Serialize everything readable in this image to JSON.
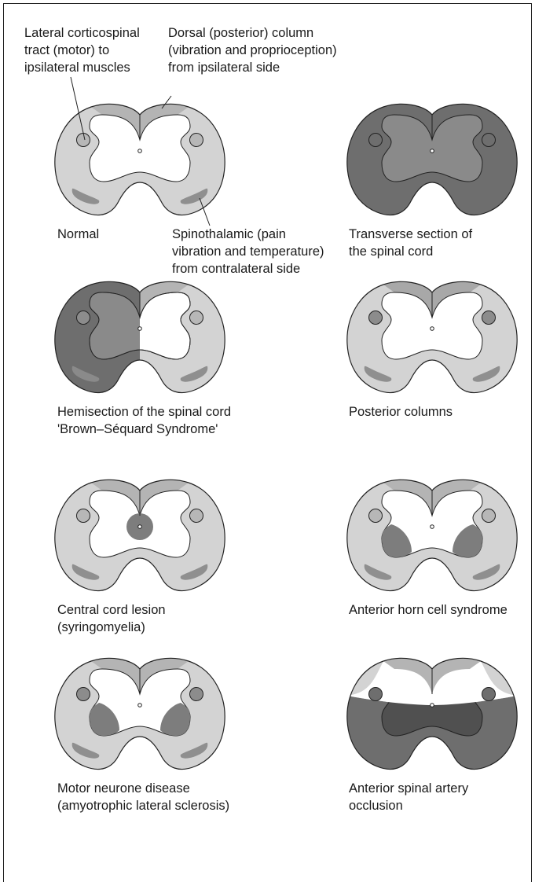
{
  "annotations": {
    "lateral_corticospinal": [
      "Lateral corticospinal",
      "tract (motor) to",
      "ipsilateral muscles"
    ],
    "dorsal_column": [
      "Dorsal (posterior) column",
      "(vibration and proprioception)",
      "from ipsilateral side"
    ],
    "spinothalamic": [
      "Spinothalamic (pain",
      "vibration and temperature)",
      "from contralateral side"
    ]
  },
  "panels": [
    {
      "id": "normal",
      "lines": [
        "Normal"
      ]
    },
    {
      "id": "transverse",
      "lines": [
        "Transverse section of",
        "the spinal cord"
      ]
    },
    {
      "id": "hemisection",
      "lines": [
        "Hemisection of the spinal cord",
        "'Brown–Séquard Syndrome'"
      ]
    },
    {
      "id": "posterior",
      "lines": [
        "Posterior columns"
      ]
    },
    {
      "id": "central",
      "lines": [
        "Central cord lesion",
        "(syringomyelia)"
      ]
    },
    {
      "id": "anterior-horn",
      "lines": [
        "Anterior horn cell syndrome"
      ]
    },
    {
      "id": "mnd",
      "lines": [
        "Motor neurone disease",
        "(amyotrophic lateral sclerosis)"
      ]
    },
    {
      "id": "asa",
      "lines": [
        "Anterior spinal artery",
        "occlusion"
      ]
    }
  ],
  "colors": {
    "cord_light": "#d3d3d3",
    "cord_dark": "#6e6e6e",
    "cord_darker": "#505050",
    "dorsal_normal": "#b4b4b4",
    "tract_fill": "#b7b7b7",
    "spino_fill": "#8f8f8f",
    "lesion": "#7d7d7d",
    "outline": "#222222"
  }
}
